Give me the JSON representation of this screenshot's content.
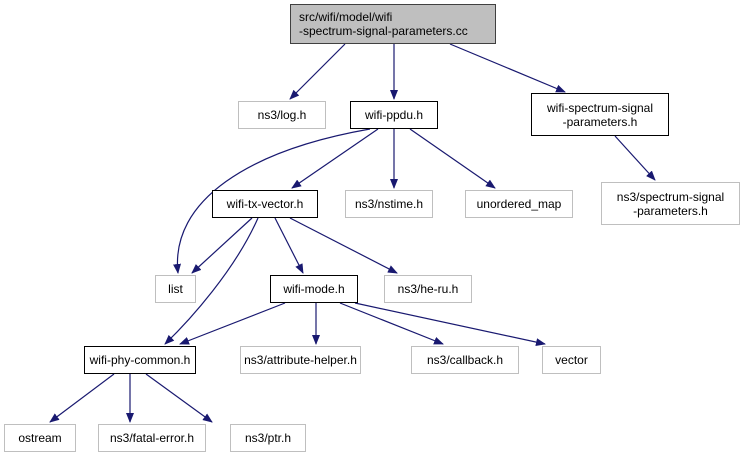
{
  "diagram": {
    "type": "include-dependency-graph",
    "edge_color": "#191970",
    "nodes": [
      {
        "id": "root",
        "label": "src/wifi/model/wifi\n-spectrum-signal-parameters.cc",
        "style": "root"
      },
      {
        "id": "log",
        "label": "ns3/log.h",
        "style": "external"
      },
      {
        "id": "ppdu",
        "label": "wifi-ppdu.h",
        "style": "documented"
      },
      {
        "id": "wssp",
        "label": "wifi-spectrum-signal\n-parameters.h",
        "style": "documented"
      },
      {
        "id": "nstime",
        "label": "ns3/nstime.h",
        "style": "external"
      },
      {
        "id": "umap",
        "label": "unordered_map",
        "style": "external"
      },
      {
        "id": "txvec",
        "label": "wifi-tx-vector.h",
        "style": "documented"
      },
      {
        "id": "nsspec",
        "label": "ns3/spectrum-signal\n-parameters.h",
        "style": "external"
      },
      {
        "id": "list",
        "label": "list",
        "style": "external"
      },
      {
        "id": "mode",
        "label": "wifi-mode.h",
        "style": "documented"
      },
      {
        "id": "heru",
        "label": "ns3/he-ru.h",
        "style": "external"
      },
      {
        "id": "phycommon",
        "label": "wifi-phy-common.h",
        "style": "documented"
      },
      {
        "id": "attr",
        "label": "ns3/attribute-helper.h",
        "style": "external"
      },
      {
        "id": "callback",
        "label": "ns3/callback.h",
        "style": "external"
      },
      {
        "id": "vector",
        "label": "vector",
        "style": "external"
      },
      {
        "id": "ostream",
        "label": "ostream",
        "style": "external"
      },
      {
        "id": "fatal",
        "label": "ns3/fatal-error.h",
        "style": "external"
      },
      {
        "id": "ptr",
        "label": "ns3/ptr.h",
        "style": "external"
      }
    ],
    "edges": [
      {
        "from": "root",
        "to": "log"
      },
      {
        "from": "root",
        "to": "ppdu"
      },
      {
        "from": "root",
        "to": "wssp"
      },
      {
        "from": "wssp",
        "to": "nsspec"
      },
      {
        "from": "ppdu",
        "to": "list"
      },
      {
        "from": "ppdu",
        "to": "txvec"
      },
      {
        "from": "ppdu",
        "to": "nstime"
      },
      {
        "from": "ppdu",
        "to": "umap"
      },
      {
        "from": "txvec",
        "to": "list"
      },
      {
        "from": "txvec",
        "to": "phycommon"
      },
      {
        "from": "txvec",
        "to": "mode"
      },
      {
        "from": "txvec",
        "to": "heru"
      },
      {
        "from": "mode",
        "to": "phycommon"
      },
      {
        "from": "mode",
        "to": "attr"
      },
      {
        "from": "mode",
        "to": "callback"
      },
      {
        "from": "mode",
        "to": "vector"
      },
      {
        "from": "phycommon",
        "to": "ostream"
      },
      {
        "from": "phycommon",
        "to": "fatal"
      },
      {
        "from": "phycommon",
        "to": "ptr"
      }
    ]
  }
}
